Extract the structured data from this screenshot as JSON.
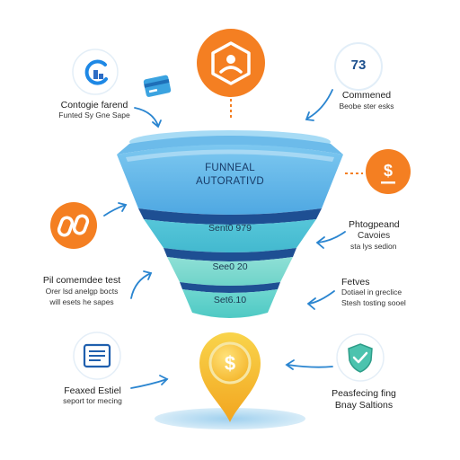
{
  "funnel": {
    "title_line1": "FUNNEAL",
    "title_line2": "AUTORATIVD",
    "tiers": [
      "Sent0 979",
      "See0 20",
      "Set6.10"
    ]
  },
  "labels": {
    "top_left": {
      "title": "Contogie farend",
      "sub": "Funted Sy Gne Sape"
    },
    "top_right": {
      "title": "Commened",
      "sub": "Beobe ster esks"
    },
    "mid_right": {
      "title": "Phtogpeand",
      "sub1": "Cavoies",
      "sub2": "sta lys sedion"
    },
    "mid_left": {
      "title": "Pil comemdee test",
      "sub1": "Orer lsd anelgp bocts",
      "sub2": "will esets he sapes"
    },
    "lower_right": {
      "title": "Fetves",
      "sub1": "Dotiael in greclice",
      "sub2": "Stesh tosting sooel"
    },
    "bottom_left": {
      "title": "Feaxed Estiel",
      "sub": "seport tor mecing"
    },
    "bottom_right": {
      "title": "Peasfecing fing",
      "sub": "Bnay Saltions"
    }
  },
  "badges": {
    "count": "73"
  },
  "colors": {
    "orange": "#F47F22",
    "blue_light": "#5EB6E8",
    "blue_mid": "#3B8FD3",
    "blue_dark": "#1E4F93",
    "teal": "#4CCFC9",
    "teal_light": "#7DDCD4",
    "yellow": "#F7C93A"
  },
  "icons": [
    "chart-g-icon",
    "credit-card-icon",
    "cube-person-icon",
    "dollar-square-icon",
    "chain-link-icon",
    "document-list-icon",
    "shield-check-icon",
    "dollar-coin-pin-icon"
  ]
}
